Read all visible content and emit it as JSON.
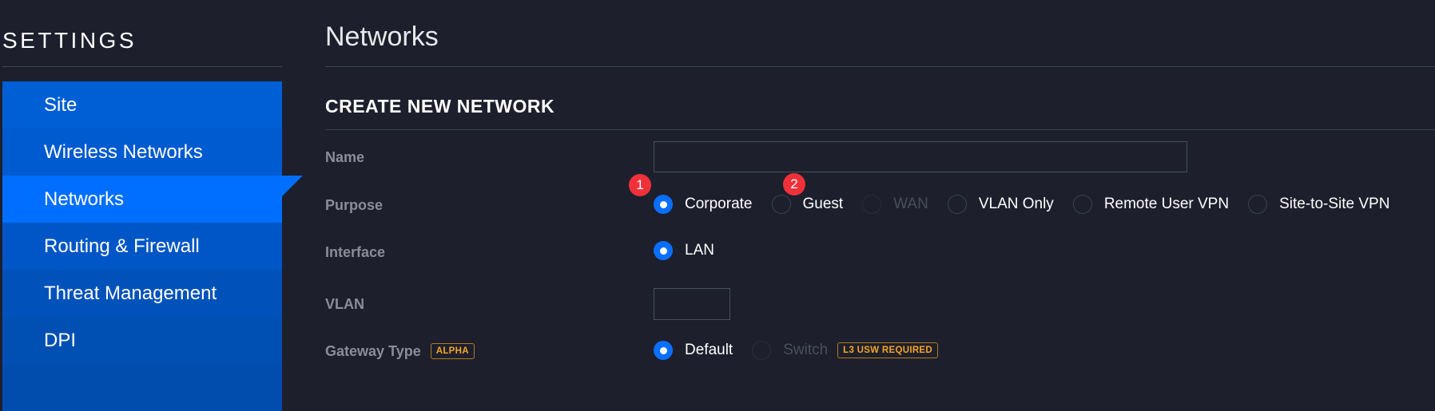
{
  "sidebar": {
    "title": "SETTINGS",
    "items": [
      {
        "label": "Site",
        "active": false,
        "color": "#005fd5"
      },
      {
        "label": "Wireless Networks",
        "active": false,
        "color": "#005ad0"
      },
      {
        "label": "Networks",
        "active": true,
        "color": "#006fff"
      },
      {
        "label": "Routing & Firewall",
        "active": false,
        "color": "#0056c6"
      },
      {
        "label": "Threat Management",
        "active": false,
        "color": "#0052bb"
      },
      {
        "label": "DPI",
        "active": false,
        "color": "#004fb3"
      },
      {
        "label": "",
        "active": false,
        "color": "#004dae"
      }
    ]
  },
  "page": {
    "title": "Networks",
    "section_title": "CREATE NEW NETWORK"
  },
  "form": {
    "name": {
      "label": "Name",
      "value": "",
      "placeholder": ""
    },
    "purpose": {
      "label": "Purpose",
      "options": [
        {
          "label": "Corporate",
          "checked": true,
          "disabled": false
        },
        {
          "label": "Guest",
          "checked": false,
          "disabled": false
        },
        {
          "label": "WAN",
          "checked": false,
          "disabled": true
        },
        {
          "label": "VLAN Only",
          "checked": false,
          "disabled": false
        },
        {
          "label": "Remote User VPN",
          "checked": false,
          "disabled": false
        },
        {
          "label": "Site-to-Site VPN",
          "checked": false,
          "disabled": false
        }
      ]
    },
    "interface": {
      "label": "Interface",
      "options": [
        {
          "label": "LAN",
          "checked": true,
          "disabled": false
        }
      ]
    },
    "vlan": {
      "label": "VLAN",
      "value": "",
      "placeholder": ""
    },
    "gateway_type": {
      "label": "Gateway Type",
      "badge": "ALPHA",
      "options": [
        {
          "label": "Default",
          "checked": true,
          "disabled": false
        },
        {
          "label": "Switch",
          "checked": false,
          "disabled": true
        }
      ],
      "switch_badge": "L3 USW REQUIRED"
    }
  },
  "annotations": [
    {
      "number": "1"
    },
    {
      "number": "2"
    }
  ],
  "colors": {
    "background": "#1d1f2c",
    "accent": "#006fff",
    "radio_checked": "#0a6fff",
    "badge": "#f5a623",
    "marker": "#f0313a"
  }
}
